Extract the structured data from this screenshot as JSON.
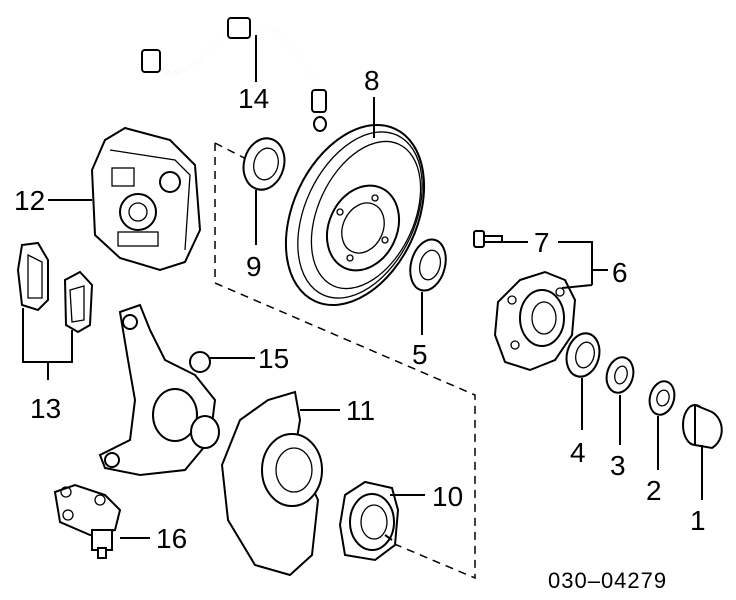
{
  "diagram": {
    "labels": {
      "p1": "1",
      "p2": "2",
      "p3": "3",
      "p4": "4",
      "p5": "5",
      "p6": "6",
      "p7": "7",
      "p8": "8",
      "p9": "9",
      "p10": "10",
      "p11": "11",
      "p12": "12",
      "p13": "13",
      "p14": "14",
      "p15": "15",
      "p16": "16"
    },
    "drawing_code": "030–04279"
  }
}
